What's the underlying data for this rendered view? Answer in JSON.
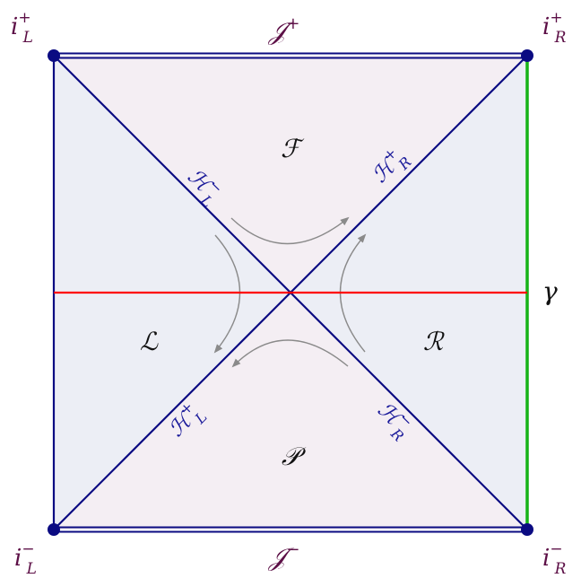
{
  "colors": {
    "boundary": "#0b0b82",
    "top_bottom_fill": "#f4eef3",
    "side_fill": "#eceef5",
    "corner_label": "#5c0f46",
    "horizon_label": "#1a1a9a",
    "region_label": "#111111",
    "time_slice": "#ff0000",
    "timelike_edge": "#17b317",
    "flow_arrow": "#8a8a8a"
  },
  "corners": {
    "top_left": {
      "base": "i",
      "sup": "+",
      "sub": "L"
    },
    "top_right": {
      "base": "i",
      "sup": "+",
      "sub": "R"
    },
    "bottom_left": {
      "base": "i",
      "sup": "−",
      "sub": "L"
    },
    "bottom_right": {
      "base": "i",
      "sup": "−",
      "sub": "R"
    }
  },
  "scri": {
    "future": {
      "base": "𝒥",
      "sup": "+"
    },
    "past": {
      "base": "𝒥",
      "sup": "−"
    }
  },
  "horizons": {
    "left_future": {
      "base": "ℋ",
      "sup": "−",
      "sub": "L"
    },
    "right_future": {
      "base": "ℋ",
      "sup": "+",
      "sub": "R"
    },
    "left_past": {
      "base": "ℋ",
      "sup": "+",
      "sub": "L"
    },
    "right_past": {
      "base": "ℋ",
      "sup": "−",
      "sub": "R"
    }
  },
  "regions": {
    "future": "ℱ",
    "past": "𝒫",
    "left": "ℒ",
    "right": "ℛ"
  },
  "gamma": "γ"
}
